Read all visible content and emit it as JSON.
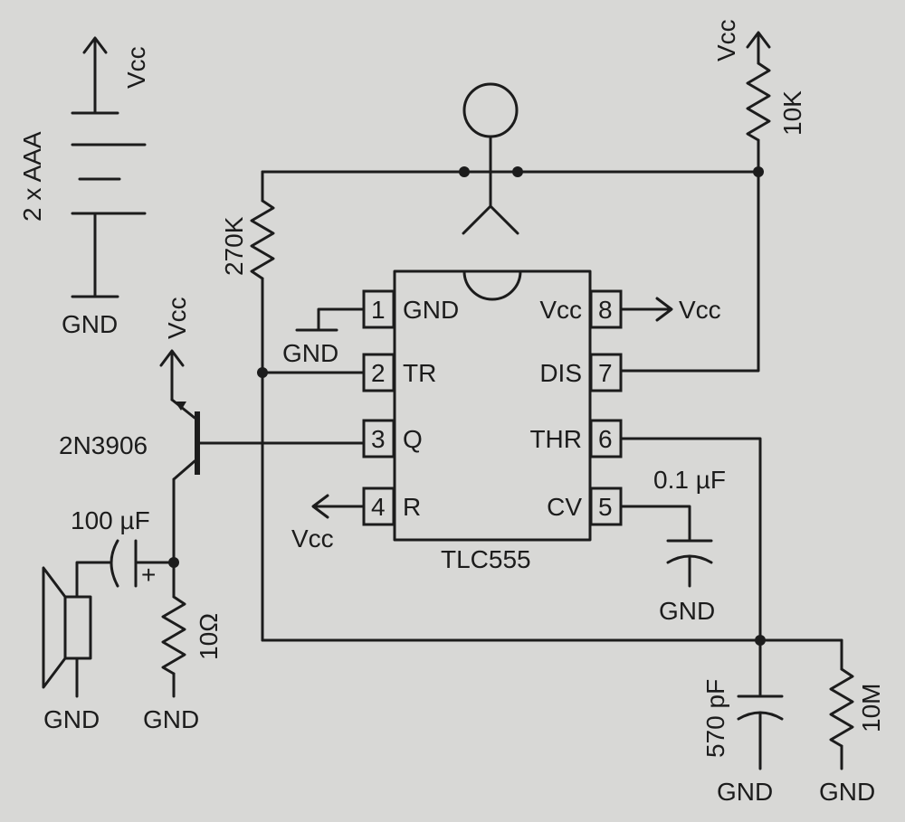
{
  "battery": {
    "label": "2 x AAA",
    "vcc": "Vcc",
    "gnd": "GND"
  },
  "ic": {
    "name": "TLC555",
    "pins": [
      {
        "num": "1",
        "name": "GND"
      },
      {
        "num": "2",
        "name": "TR"
      },
      {
        "num": "3",
        "name": "Q"
      },
      {
        "num": "4",
        "name": "R"
      },
      {
        "num": "5",
        "name": "CV"
      },
      {
        "num": "6",
        "name": "THR"
      },
      {
        "num": "7",
        "name": "DIS"
      },
      {
        "num": "8",
        "name": "Vcc"
      }
    ]
  },
  "components": {
    "r_top": "10K",
    "r_trig": "270K",
    "r_speaker": "10Ω",
    "r_sense": "10M",
    "transistor": "2N3906",
    "cap_out": "100 µF",
    "cap_cv": "0.1 µF",
    "cap_timing": "570 pF",
    "polarity": "+"
  },
  "rails": {
    "vcc": "Vcc",
    "gnd": "GND"
  }
}
